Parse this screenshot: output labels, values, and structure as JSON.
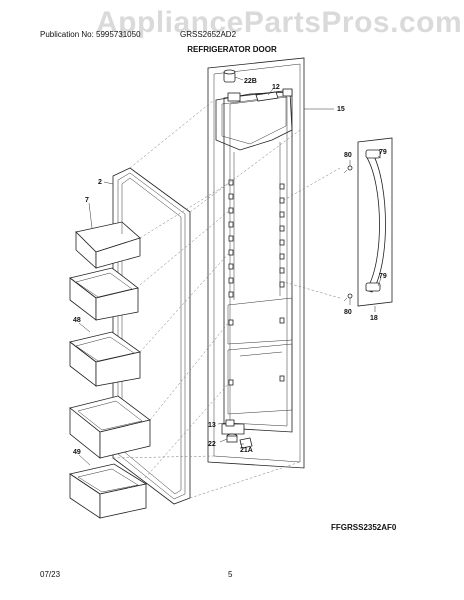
{
  "header": {
    "publication": "Publication No: 5995731050",
    "model": "GRSS2652AD2",
    "watermark": "AppliancePartsPros.com",
    "title": "REFRIGERATOR DOOR"
  },
  "diagram": {
    "code": "FFGRSS2352AF0",
    "callouts": {
      "c22b": "22B",
      "c12": "12",
      "c15": "15",
      "c2": "2",
      "c7": "7",
      "c48": "48",
      "c49": "49",
      "c80a": "80",
      "c79a": "79",
      "c79b": "79",
      "c80b": "80",
      "c18": "18",
      "c13": "13",
      "c22": "22",
      "c21a": "21A"
    }
  },
  "footer": {
    "date": "07/23",
    "page": "5"
  }
}
